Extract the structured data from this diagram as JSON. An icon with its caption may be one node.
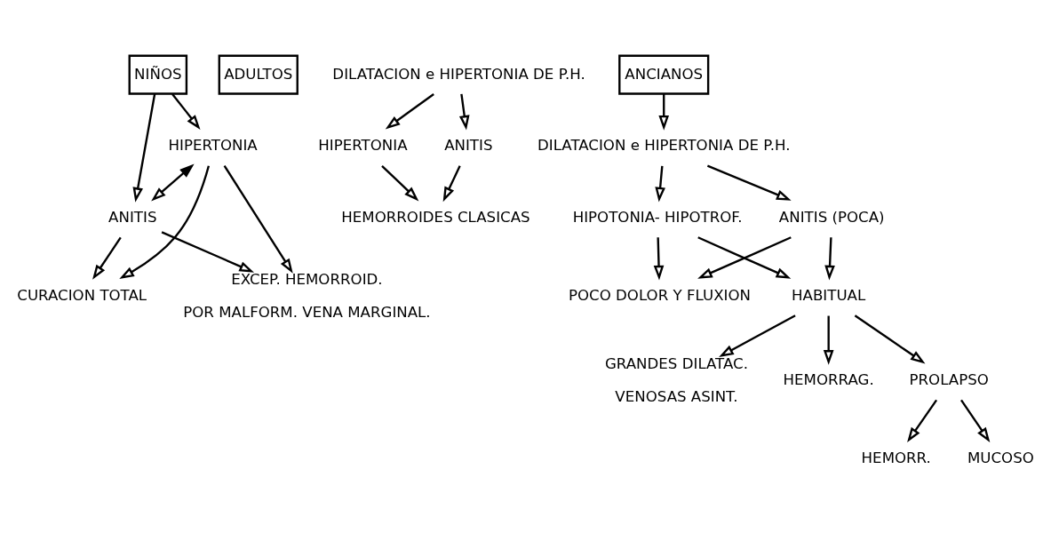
{
  "diagram": {
    "nodes": [
      {
        "text": [
          "NIÑOS"
        ]
      },
      {
        "text": [
          "HIPERTONIA"
        ]
      },
      {
        "text": [
          "ANITIS"
        ]
      },
      {
        "text": [
          "CURACION TOTAL"
        ]
      },
      {
        "text": [
          "EXCEP. HEMORROID."
        ],
        "beside": [
          "POR MALFORM. VENA MARGINAL."
        ]
      },
      {
        "text": [
          "ADULTOS"
        ]
      },
      {
        "text": [
          "DILATACION e HIPERTONIA DE P.H."
        ]
      },
      {
        "text": [
          "HIPERTONIA"
        ]
      },
      {
        "text": [
          "ANITIS"
        ]
      },
      {
        "text": [
          "HEMORROIDES CLASICAS"
        ]
      },
      {
        "text": [
          "ANCIANOS"
        ]
      },
      {
        "text": [
          "DILATACION e HIPERTONIA DE P.H."
        ]
      },
      {
        "text": [
          "HIPOTONIA- HIPOTROF."
        ]
      },
      {
        "text": [
          "ANITIS (POCA)"
        ]
      },
      {
        "text": [
          "POCO DOLOR Y FLUXION"
        ]
      },
      {
        "text": [
          "HABITUAL"
        ]
      },
      {
        "text": [
          "GRANDES DILATAC."
        ],
        "beside": [
          "VENOSAS ASINT."
        ]
      },
      {
        "text": [
          "HEMORRAG."
        ]
      },
      {
        "text": [
          "PROLAPSO"
        ]
      },
      {
        "text": [
          "HEMORR."
        ]
      },
      {
        "text": [
          "MUCOSO"
        ]
      }
    ],
    "edges": [
      {
        "from": 0,
        "to": 1,
        "arrow": "to"
      },
      {
        "from": 0,
        "to": 2,
        "arrow": "to"
      },
      {
        "from": 1,
        "to": 2,
        "arrow": "both"
      },
      {
        "from": 1,
        "to": 3,
        "arrow": "to"
      },
      {
        "from": 2,
        "to": 3,
        "arrow": "to"
      },
      {
        "from": 1,
        "to": 4,
        "arrow": "to"
      },
      {
        "from": 2,
        "to": 4,
        "arrow": "to"
      },
      {
        "from": 6,
        "to": 7,
        "arrow": "to"
      },
      {
        "from": 6,
        "to": 8,
        "arrow": "to"
      },
      {
        "from": 7,
        "to": 9,
        "arrow": "to"
      },
      {
        "from": 8,
        "to": 9,
        "arrow": "to"
      },
      {
        "from": 10,
        "to": 11,
        "arrow": "to"
      },
      {
        "from": 11,
        "to": 12,
        "arrow": "to"
      },
      {
        "from": 11,
        "to": 13,
        "arrow": "to"
      },
      {
        "from": 12,
        "to": 14,
        "arrow": "to"
      },
      {
        "from": 13,
        "to": 14,
        "arrow": "to"
      },
      {
        "from": 12,
        "to": 15,
        "arrow": "to"
      },
      {
        "from": 13,
        "to": 15,
        "arrow": "to"
      },
      {
        "from": 15,
        "to": 16,
        "arrow": "to"
      },
      {
        "from": 15,
        "to": 17,
        "arrow": "to"
      },
      {
        "from": 15,
        "to": 18,
        "arrow": "to"
      },
      {
        "from": 18,
        "to": 19,
        "arrow": "to"
      },
      {
        "from": 18,
        "to": 20,
        "arrow": "to"
      }
    ]
  }
}
